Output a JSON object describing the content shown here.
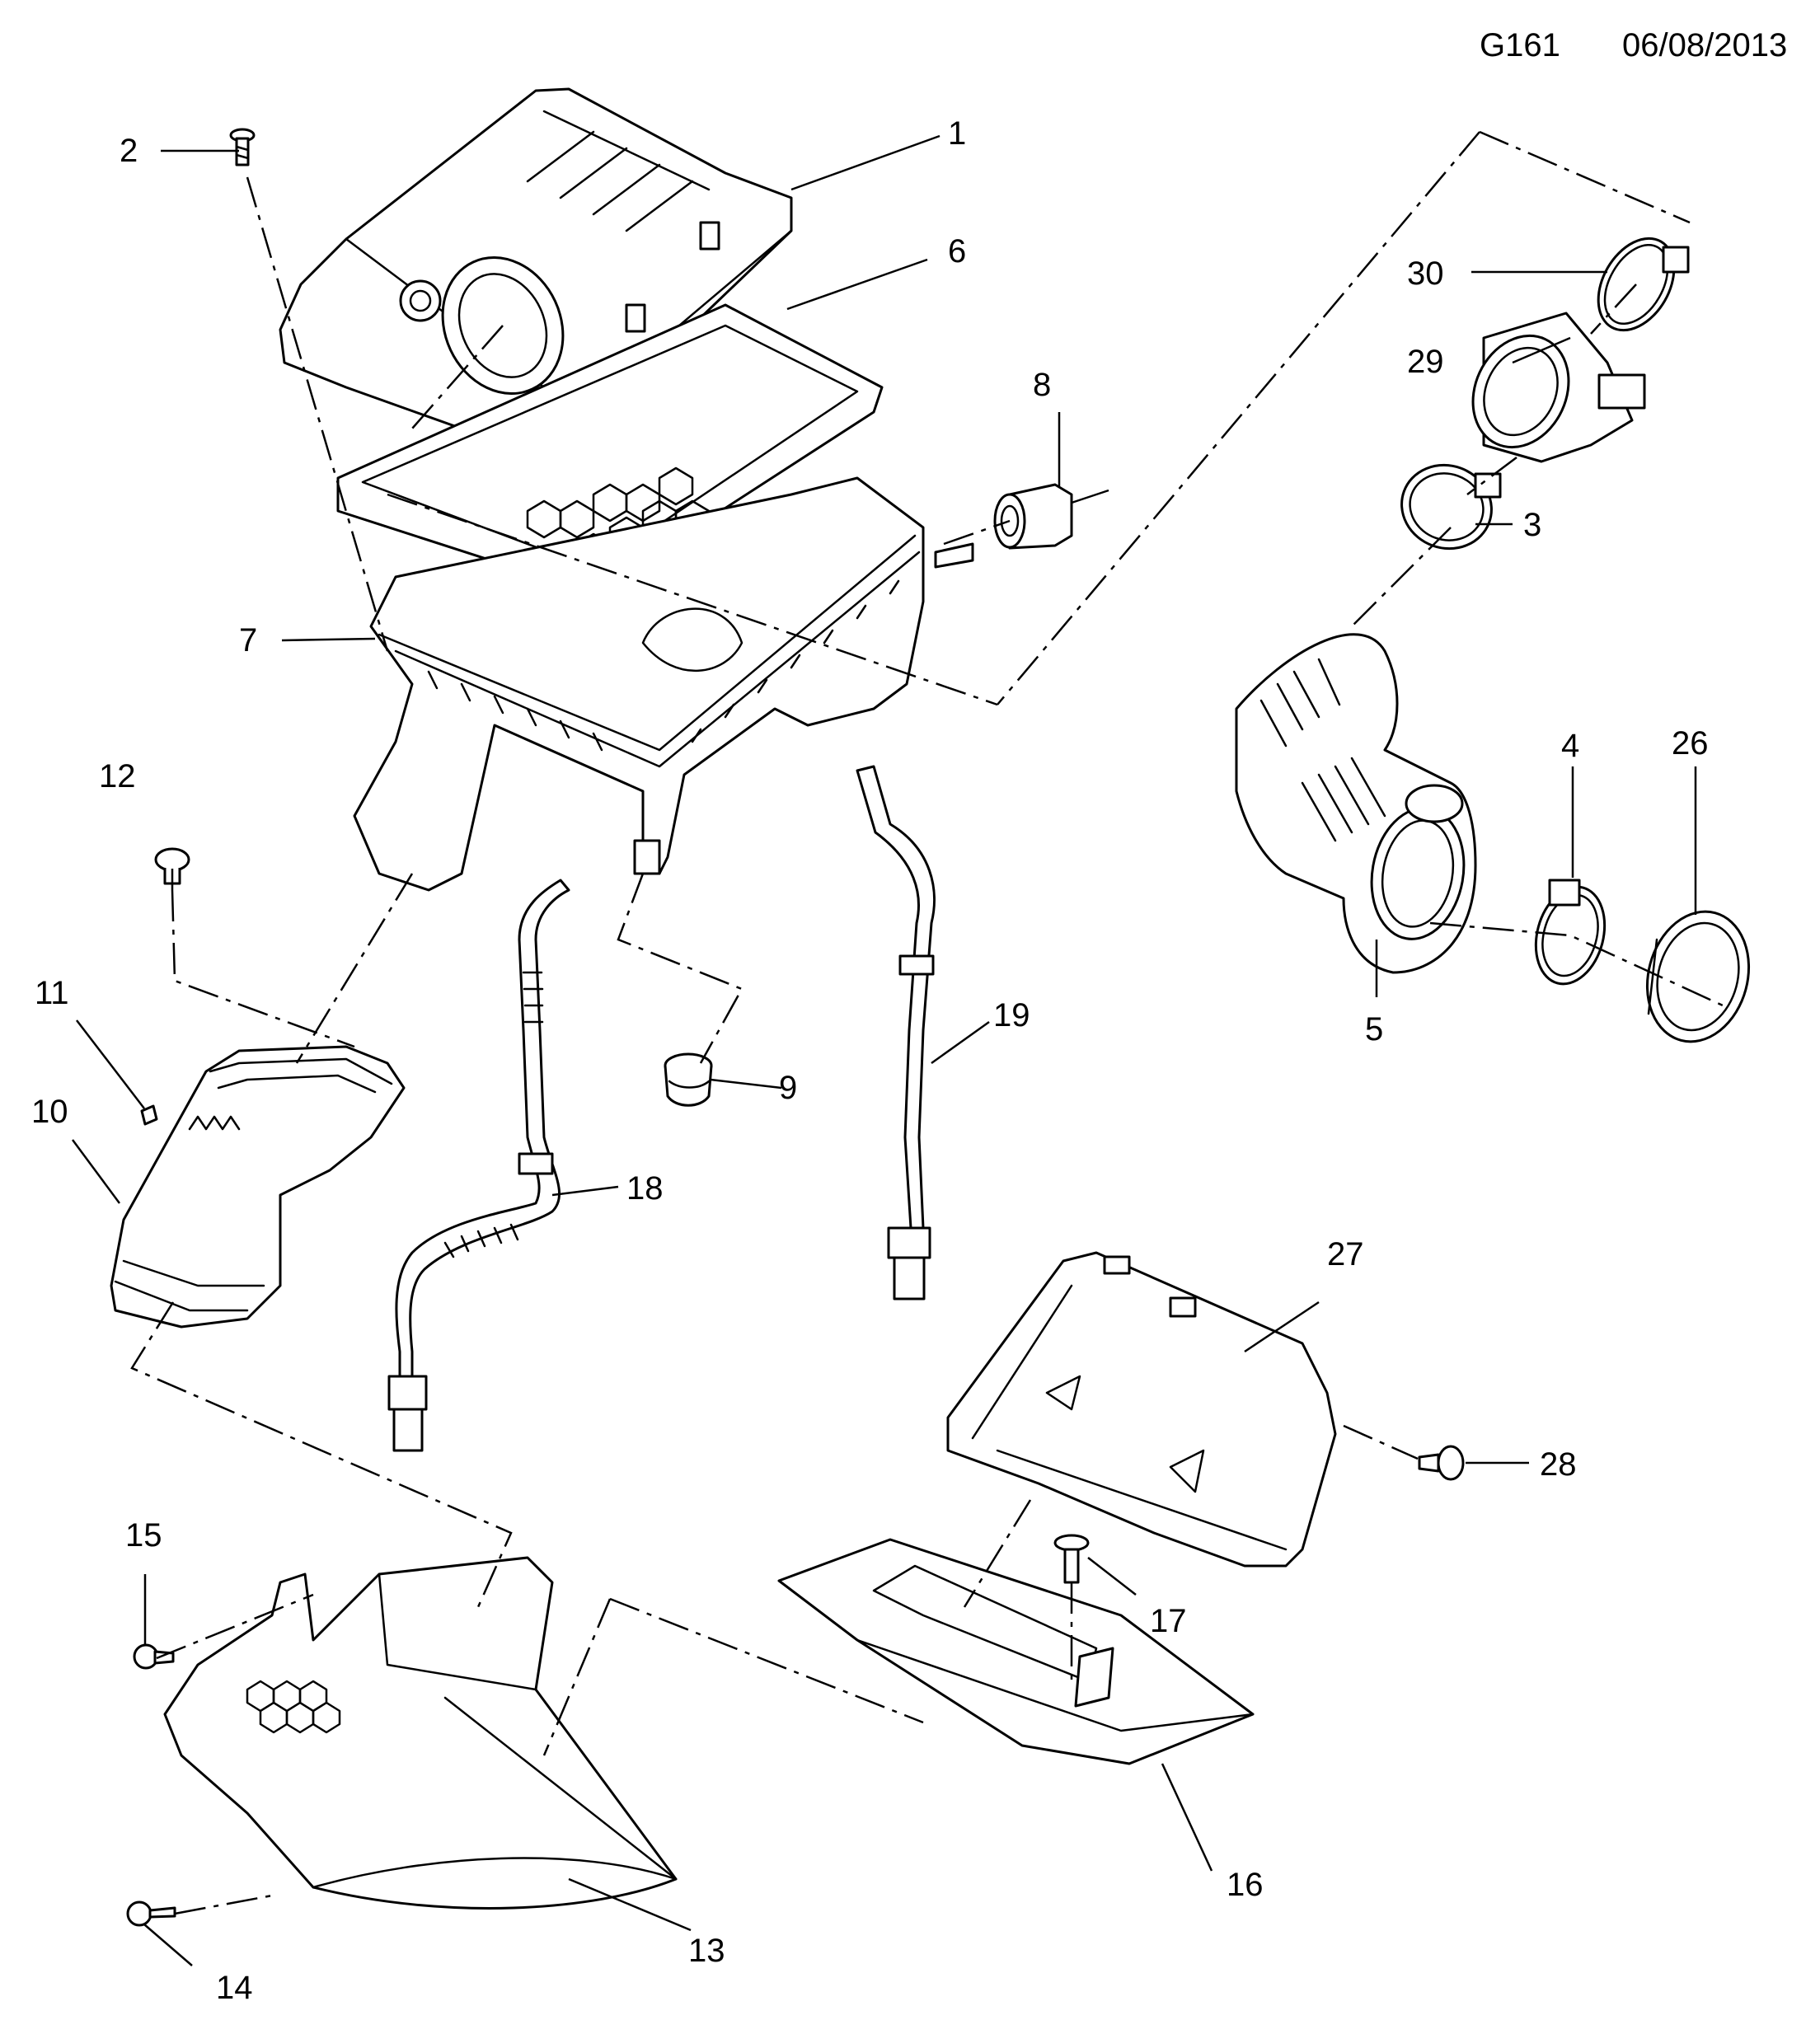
{
  "header": {
    "diagram_code": "G161",
    "date": "06/08/2013"
  },
  "callouts": [
    "1",
    "2",
    "3",
    "4",
    "5",
    "6",
    "7",
    "8",
    "9",
    "10",
    "11",
    "12",
    "13",
    "14",
    "15",
    "16",
    "17",
    "18",
    "19",
    "26",
    "27",
    "28",
    "29",
    "30"
  ],
  "colors": {
    "line": "#000000",
    "background": "#ffffff"
  }
}
